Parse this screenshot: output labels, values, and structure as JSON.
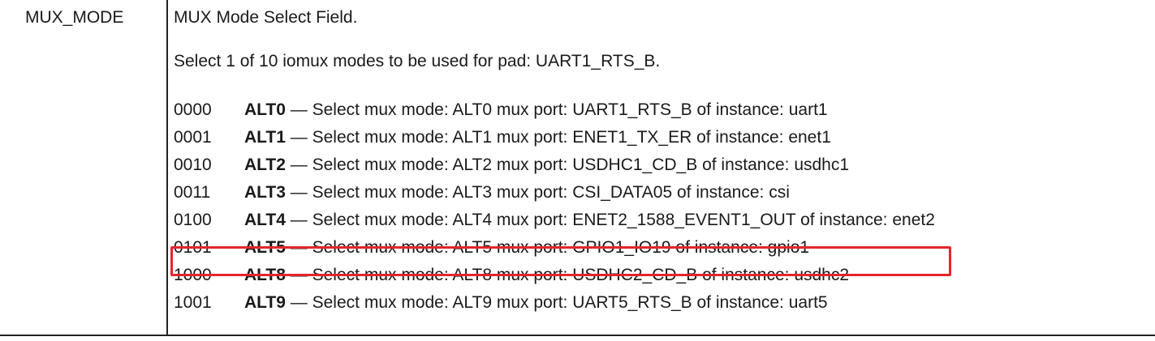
{
  "field": {
    "name": "MUX_MODE",
    "title": "MUX Mode Select Field.",
    "description": "Select 1 of 10 iomux modes to be used for pad: UART1_RTS_B."
  },
  "modes": [
    {
      "code": "0000",
      "alt": "ALT0",
      "text": " — Select mux mode: ALT0 mux port: UART1_RTS_B of instance: uart1"
    },
    {
      "code": "0001",
      "alt": "ALT1",
      "text": " — Select mux mode: ALT1 mux port: ENET1_TX_ER of instance: enet1"
    },
    {
      "code": "0010",
      "alt": "ALT2",
      "text": " — Select mux mode: ALT2 mux port: USDHC1_CD_B of instance: usdhc1"
    },
    {
      "code": "0011",
      "alt": "ALT3",
      "text": " — Select mux mode: ALT3 mux port: CSI_DATA05 of instance: csi"
    },
    {
      "code": "0100",
      "alt": "ALT4",
      "text": " — Select mux mode: ALT4 mux port: ENET2_1588_EVENT1_OUT of instance: enet2"
    },
    {
      "code": "0101",
      "alt": "ALT5",
      "text": " — Select mux mode: ALT5 mux port: GPIO1_IO19 of instance: gpio1"
    },
    {
      "code": "1000",
      "alt": "ALT8",
      "text": " — Select mux mode: ALT8 mux port: USDHC2_CD_B of instance: usdhc2"
    },
    {
      "code": "1001",
      "alt": "ALT9",
      "text": " — Select mux mode: ALT9 mux port: UART5_RTS_B of instance: uart5"
    }
  ],
  "highlight_color": "#e3262b"
}
